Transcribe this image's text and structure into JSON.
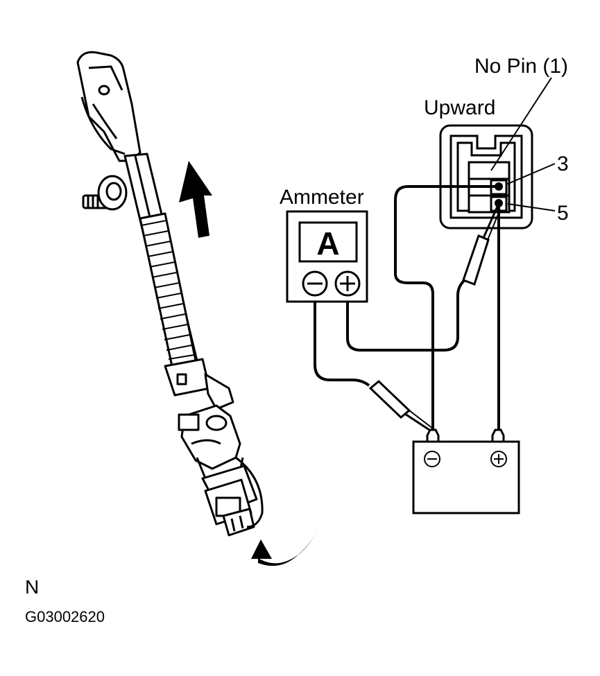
{
  "labels": {
    "no_pin": "No Pin (1)",
    "upward": "Upward",
    "pin_3": "3",
    "pin_5": "5",
    "ammeter": "Ammeter",
    "meter_letter": "A",
    "corner_letter": "N",
    "figure_code": "G03002620"
  },
  "icons": {
    "ammeter_negative": "minus-circle-icon",
    "ammeter_positive": "plus-circle-icon",
    "battery_negative": "minus-circle-icon",
    "battery_positive": "plus-circle-icon",
    "motion_arrow": "arrow-up-icon",
    "rotation_arrow": "curved-arrow-icon"
  },
  "colors": {
    "ink": "#000000",
    "paper": "#ffffff"
  }
}
